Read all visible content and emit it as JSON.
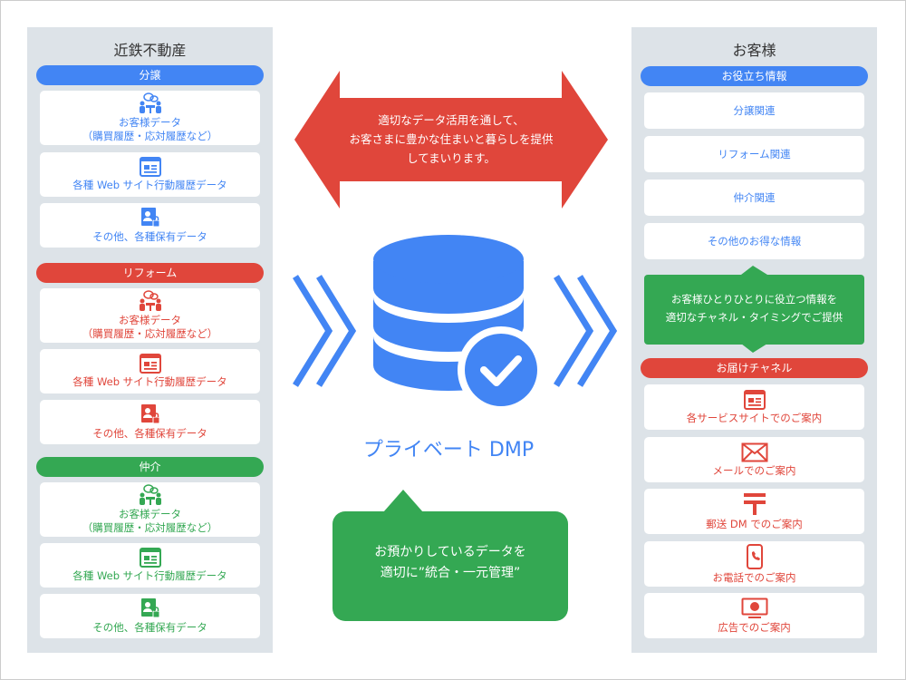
{
  "left": {
    "title": "近鉄不動産",
    "groups": [
      {
        "label": "分譲",
        "color": "#4285f4",
        "items": [
          {
            "icon": "meeting-icon",
            "line1": "お客様データ",
            "line2": "（購買履歴・応対履歴など）"
          },
          {
            "icon": "browser-window-icon",
            "line1": "各種 Web サイト行動履歴データ"
          },
          {
            "icon": "user-lock-file-icon",
            "line1": "その他、各種保有データ"
          }
        ]
      },
      {
        "label": "リフォーム",
        "color": "#e0463b",
        "items": [
          {
            "icon": "meeting-icon",
            "line1": "お客様データ",
            "line2": "（購買履歴・応対履歴など）"
          },
          {
            "icon": "browser-window-icon",
            "line1": "各種 Web サイト行動履歴データ"
          },
          {
            "icon": "user-lock-file-icon",
            "line1": "その他、各種保有データ"
          }
        ]
      },
      {
        "label": "仲介",
        "color": "#34a853",
        "items": [
          {
            "icon": "meeting-icon",
            "line1": "お客様データ",
            "line2": "（購買履歴・応対履歴など）"
          },
          {
            "icon": "browser-window-icon",
            "line1": "各種 Web サイト行動履歴データ"
          },
          {
            "icon": "user-lock-file-icon",
            "line1": "その他、各種保有データ"
          }
        ]
      }
    ]
  },
  "center": {
    "arrow_text": [
      "適切なデータ活用を通して、",
      "お客さまに豊かな住まいと暮らしを提供",
      "してまいります。"
    ],
    "dmp_label": "プライベート DMP",
    "bubble_text": [
      "お預かりしているデータを",
      "適切に”統合・一元管理”"
    ]
  },
  "right": {
    "title": "お客様",
    "info_label": "お役立ち情報",
    "info_items": [
      "分譲関連",
      "リフォーム関連",
      "仲介関連",
      "その他のお得な情報"
    ],
    "green_text": [
      "お客様ひとりひとりに役立つ情報を",
      "適切なチャネル・タイミングでご提供"
    ],
    "channel_label": "お届けチャネル",
    "channels": [
      {
        "icon": "browser-window-icon",
        "label": "各サービスサイトでのご案内"
      },
      {
        "icon": "mail-icon",
        "label": "メールでのご案内"
      },
      {
        "icon": "postal-mark-icon",
        "label": "郵送 DM でのご案内"
      },
      {
        "icon": "smartphone-icon",
        "label": "お電話でのご案内"
      },
      {
        "icon": "display-ad-icon",
        "label": "広告でのご案内"
      }
    ]
  },
  "colors": {
    "blue": "#4285f4",
    "red": "#e0463b",
    "green": "#34a853",
    "panel": "#dde3e8"
  }
}
